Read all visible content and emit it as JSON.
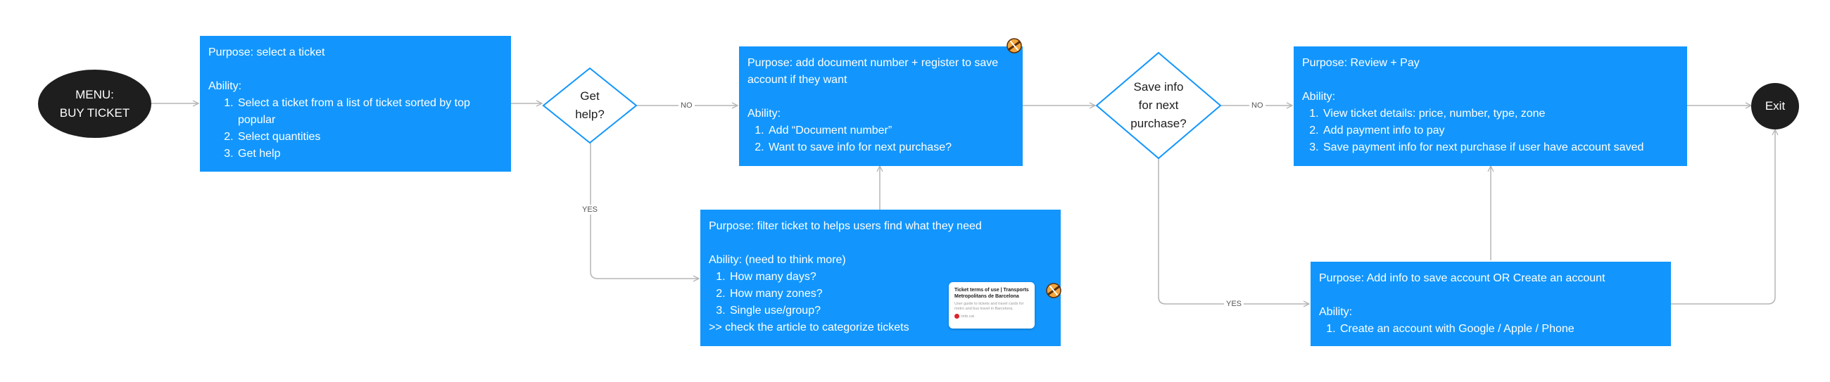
{
  "start": {
    "line1": "MENU:",
    "line2": "BUY TICKET"
  },
  "end": {
    "label": "Exit"
  },
  "box_select": {
    "purpose": "Purpose: select a ticket",
    "ability": "Ability:",
    "items": [
      "Select a ticket from a list of ticket sorted by top popular",
      "Select quantities",
      "Get help"
    ]
  },
  "decision_help": {
    "line1": "Get",
    "line2": "help?"
  },
  "box_document": {
    "purpose_line1": "Purpose: add document number + register to save",
    "purpose_line2": "account if they want",
    "ability": "Ability:",
    "items": [
      "Add “Document number”",
      "Want to save info for next purchase?"
    ]
  },
  "box_filter": {
    "purpose": "Purpose: filter ticket to helps users find what they need",
    "ability": "Ability: (need to think more)",
    "items": [
      "How many days?",
      "How many zones?",
      "Single use/group?"
    ],
    "note": ">> check the article to categorize tickets"
  },
  "link_card": {
    "title": "Ticket terms of use | Transports Metropolitans de Barcelona",
    "description": "User guide to tickets and travel cards for metro and bus travel in Barcelona.",
    "source": "tmb.cat"
  },
  "decision_save": {
    "line1": "Save info",
    "line2": "for next",
    "line3": "purchase?"
  },
  "box_review": {
    "purpose": "Purpose: Review + Pay",
    "ability": "Ability:",
    "items": [
      "View ticket details: price, number, type, zone",
      "Add payment info to pay",
      "Save payment info for next purchase if user have account saved"
    ]
  },
  "box_account": {
    "purpose": "Purpose: Add info to save account OR Create an account",
    "ability": "Ability:",
    "items": [
      "Create an account with Google / Apple / Phone"
    ]
  },
  "edge_labels": {
    "no1": "NO",
    "yes1": "YES",
    "no2": "NO",
    "yes2": "YES"
  },
  "colors": {
    "box": "#1296fd",
    "pill": "#1e1e1e",
    "line": "#b5b5b5",
    "diamond": "#1296fd"
  },
  "icons": {
    "sticker": "sticker-icon"
  }
}
